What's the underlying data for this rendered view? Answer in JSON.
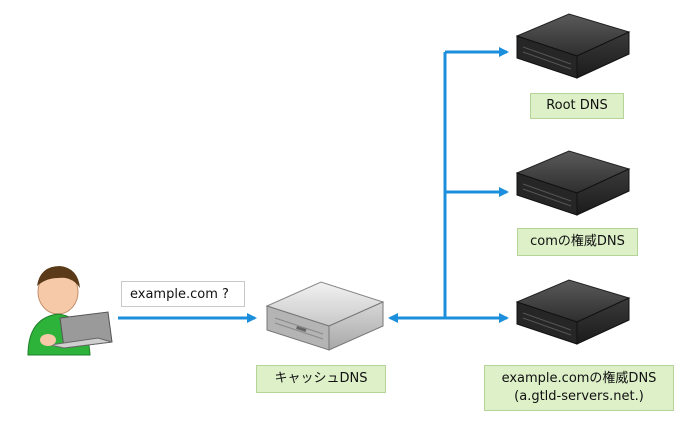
{
  "query": {
    "text": "example.com ?"
  },
  "cache_dns": {
    "label": "キャッシュDNS"
  },
  "root_dns": {
    "label": "Root DNS"
  },
  "com_auth": {
    "label": "comの権威DNS"
  },
  "example_auth": {
    "line1": "example.comの権威DNS",
    "line2": "(a.gtld-servers.net.)"
  },
  "colors": {
    "arrow": "#1b8fdb",
    "label_bg": "#ddf0c8",
    "label_border": "#b6d49a"
  }
}
